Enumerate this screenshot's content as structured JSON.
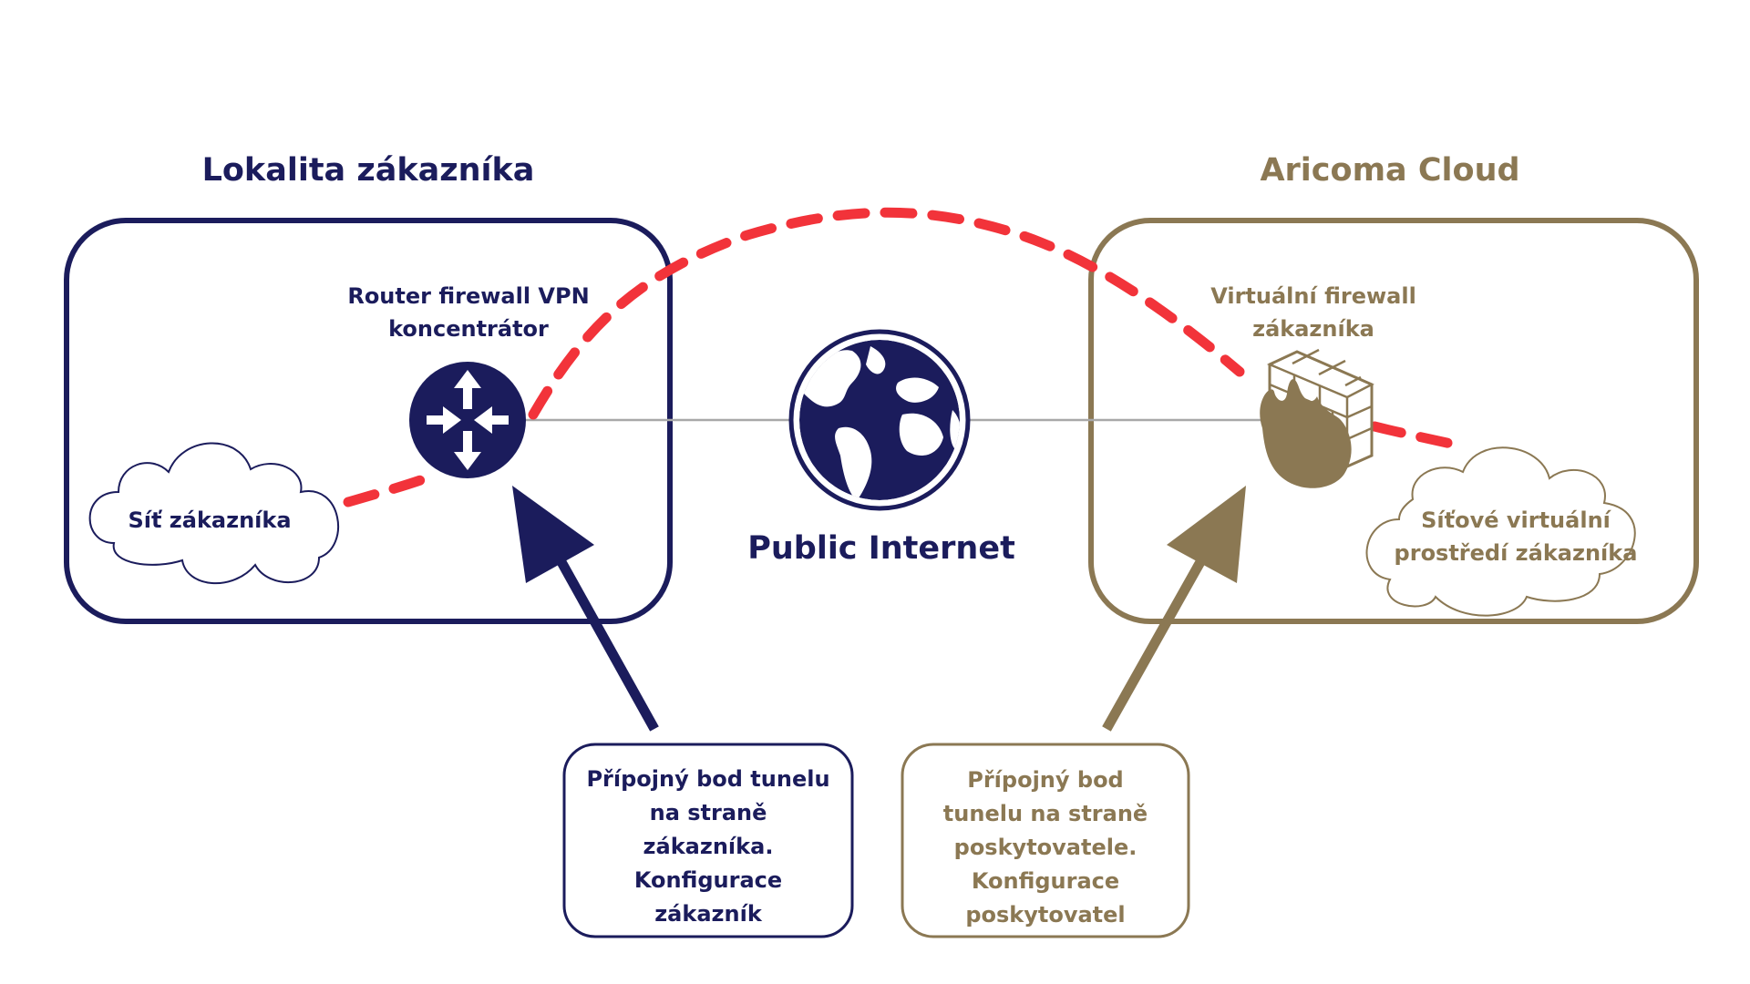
{
  "customer_site": {
    "title": "Lokalita zákazníka",
    "router_label_line1": "Router firewall VPN",
    "router_label_line2": "koncentrátor",
    "cloud_label": "Síť zákazníka",
    "router_icon": "router-icon"
  },
  "cloud_site": {
    "title": "Aricoma Cloud",
    "firewall_label_line1": "Virtuální firewall",
    "firewall_label_line2": "zákazníka",
    "cloud_label_line1": "Síťové virtuální",
    "cloud_label_line2": "prostředí zákazníka",
    "firewall_icon": "firewall-icon"
  },
  "internet": {
    "label": "Public Internet",
    "icon": "globe-icon"
  },
  "callouts": {
    "customer": [
      "Přípojný bod tunelu",
      "na straně",
      "zákazníka.",
      "Konfigurace",
      "zákazník"
    ],
    "provider": [
      "Přípojný bod",
      "tunelu na straně",
      "poskytovatele.",
      "Konfigurace",
      "poskytovatel"
    ]
  },
  "colors": {
    "navy": "#1b1c5c",
    "gold": "#8b7853",
    "tunnel_red": "#f2333a",
    "link_gray": "#a8a8a8"
  }
}
